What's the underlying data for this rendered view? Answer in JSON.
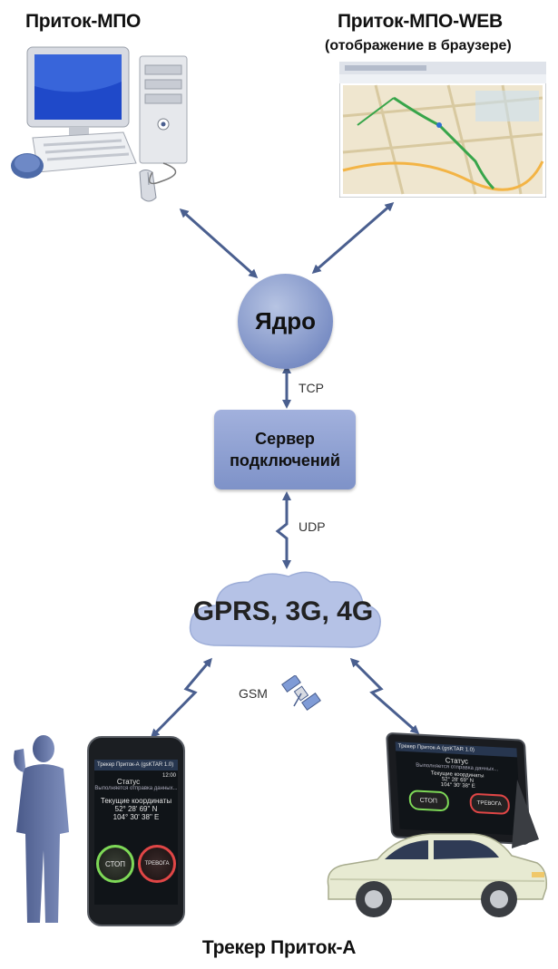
{
  "titles": {
    "desktop": "Приток-МПО",
    "web": "Приток-МПО-WEB",
    "web_sub": "(отображение в браузере)",
    "tracker": "Трекер Приток-А"
  },
  "nodes": {
    "core": "Ядро",
    "server_line1": "Сервер",
    "server_line2": "подключений",
    "network": "GPRS, 3G, 4G"
  },
  "edges": {
    "tcp": "TCP",
    "udp": "UDP",
    "gsm": "GSM"
  },
  "phone_app": {
    "header": "Трекер Приток-А (gsKTAR 1.0)",
    "status_title": "Статус",
    "status_sub": "Выполняется отправка данных...",
    "coords_title": "Текущие координаты",
    "lat": "52° 28' 69\" N",
    "lon": "104° 30' 38\" E",
    "stop_btn": "СТОП",
    "alarm_btn": "ТРЕВОГА",
    "clock": "12:00"
  },
  "tablet_app": {
    "header": "Трекер Приток-А (gsKTAR 1.0)",
    "status_title": "Статус",
    "status_sub": "Выполняется отправка данных...",
    "coords_title": "Текущие координаты",
    "lat": "52° 28' 69\" N",
    "lon": "104° 30' 38\" E",
    "stop_btn": "СТОП",
    "alarm_btn": "ТРЕВОГА"
  },
  "colors": {
    "node_fill": "#8a9bd0",
    "arrow": "#4a5f8f",
    "cloud": "#b5c2e6"
  }
}
